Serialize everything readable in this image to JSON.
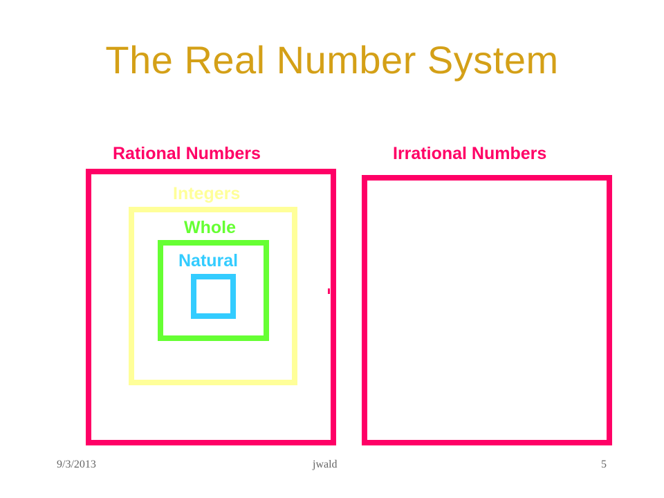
{
  "slide": {
    "title": "The Real Number System",
    "labels": {
      "rational": "Rational Numbers",
      "irrational": "Irrational Numbers",
      "integers": "Integers",
      "whole": "Whole",
      "natural": "Natural"
    },
    "footer": {
      "date": "9/3/2013",
      "author": "jwald",
      "page": "5"
    }
  },
  "colors": {
    "title": "#d4a017",
    "rational": "#ff0066",
    "irrational": "#ff0066",
    "integers": "#ffff99",
    "whole": "#66ff33",
    "natural": "#33ccff"
  }
}
